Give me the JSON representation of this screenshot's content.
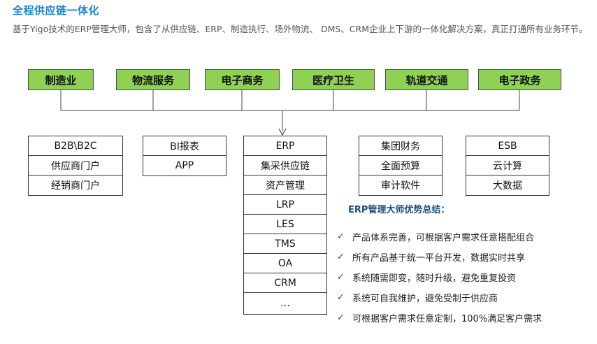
{
  "title": "全程供应链一体化",
  "intro": "基于Yigo技术的ERP管理大师，包含了从供应链、ERP、制造执行、场外物流、 DMS、CRM企业上下游的一体化解决方案，真正打通所有业务环节。",
  "industries": [
    "制造业",
    "物流服务",
    "电子商务",
    "医疗卫生",
    "轨道交通",
    "电子政务"
  ],
  "groups": [
    [
      "B2B\\B2C",
      "供应商门户",
      "经销商门户"
    ],
    [
      "BI报表",
      "APP"
    ],
    [
      "ERP",
      "集采供应链",
      "资产管理",
      "LRP",
      "LES",
      "TMS",
      "OA",
      "CRM",
      "…"
    ],
    [
      "集团财务",
      "全面预算",
      "审计软件"
    ],
    [
      "ESB",
      "云计算",
      "大数据"
    ]
  ],
  "summary_title": "ERP管理大师优势总结：",
  "advantages": [
    "产品体系完善，可根据客户需求任意搭配组合",
    "所有产品基于统一平台开发，数据实时共享",
    "系统随需即变，随时升级，避免重复投资",
    "系统可自我维护，避免受制于供应商",
    "可根据客户需求任意定制，100%满足客户需求"
  ],
  "check_icon": "✓",
  "colors": {
    "title": "#1a86d0",
    "industry_fill": "#8ed154",
    "summary": "#1f4e79"
  }
}
